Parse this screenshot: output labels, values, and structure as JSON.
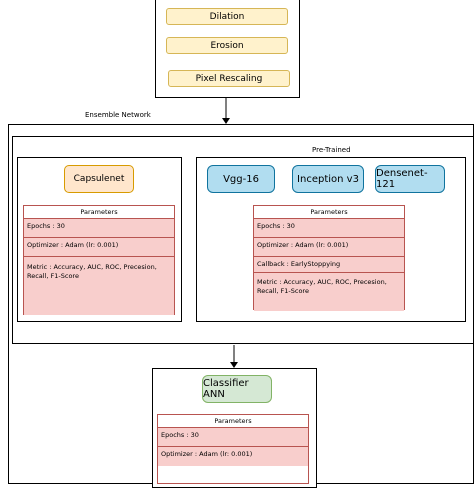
{
  "preprocessing": {
    "steps": [
      "Dilation",
      "Erosion",
      "Pixel Rescaling"
    ]
  },
  "ensemble": {
    "label": "Ensemble Network",
    "capsulenet": {
      "name": "Capsulenet",
      "params_title": "Parameters",
      "params": [
        "Epochs : 30",
        "Optimizer : Adam (lr: 0.001)",
        "Metric : Accuracy, AUC, ROC, Precesion, Recall, F1-Score"
      ]
    },
    "pretrained": {
      "label": "Pre-Trained",
      "models": [
        "Vgg-16",
        "Inception v3",
        "Densenet-121"
      ],
      "params_title": "Parameters",
      "params": [
        "Epochs : 30",
        "Optimizer : Adam (lr: 0.001)",
        "Callback : EarlyStoppying",
        "Metric : Accuracy, AUC, ROC, Precesion, Recall, F1-Score"
      ]
    },
    "classifier": {
      "name": "Classifier ANN",
      "params_title": "Parameters",
      "params": [
        "Epochs : 30",
        "Optimizer : Adam (lr: 0.001)"
      ]
    }
  },
  "colors": {
    "yellow_fill": "#fff2cc",
    "yellow_stroke": "#d6b656",
    "orange_fill": "#ffe6cc",
    "orange_stroke": "#d79b00",
    "teal_fill": "#b1ddf0",
    "teal_stroke": "#10739e",
    "green_fill": "#d5e8d4",
    "green_stroke": "#82b366",
    "red_fill": "#f8cecc",
    "red_stroke": "#b85450"
  }
}
